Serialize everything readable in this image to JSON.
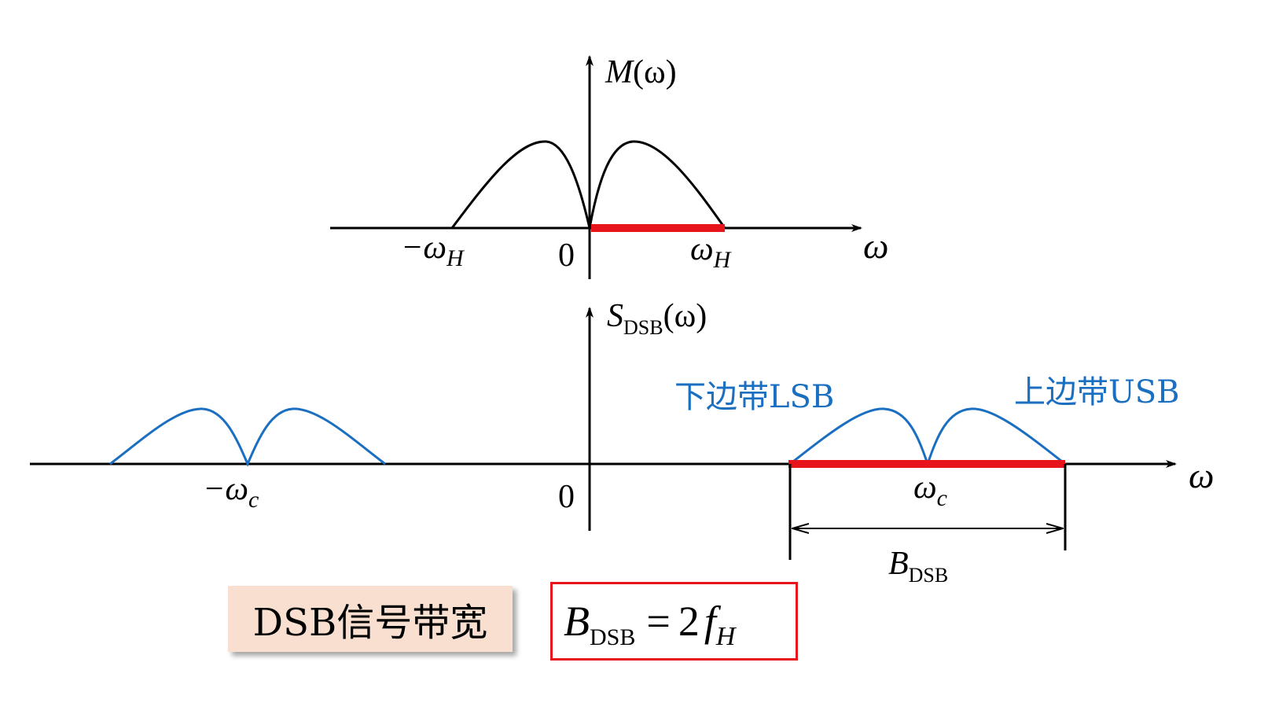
{
  "top_plot": {
    "y_label_main": "M",
    "y_label_arg": "(ω)",
    "x_label": "ω",
    "tick_neg": "−ω",
    "tick_neg_sub": "H",
    "tick_zero": "0",
    "tick_pos": "ω",
    "tick_pos_sub": "H"
  },
  "bottom_plot": {
    "y_label_main": "S",
    "y_label_sub": "DSB",
    "y_label_arg": "(ω)",
    "x_label": "ω",
    "tick_neg": "−ω",
    "tick_neg_sub": "c",
    "tick_zero": "0",
    "tick_pos": "ω",
    "tick_pos_sub": "c",
    "lsb_label": "下边带LSB",
    "usb_label": "上边带USB",
    "bw_label_main": "B",
    "bw_label_sub": "DSB"
  },
  "caption_box": {
    "text": "DSB信号带宽"
  },
  "formula_box": {
    "lhs_main": "B",
    "lhs_sub": "DSB",
    "equals": "=",
    "coef": "2",
    "rhs_main": "f",
    "rhs_sub": "H"
  },
  "colors": {
    "axis": "#000000",
    "baseband_curve": "#000000",
    "dsb_curve": "#1a6fc0",
    "highlight": "#e8141c",
    "label_blue": "#1a6fc0",
    "caption_bg": "#f8dfd0"
  }
}
